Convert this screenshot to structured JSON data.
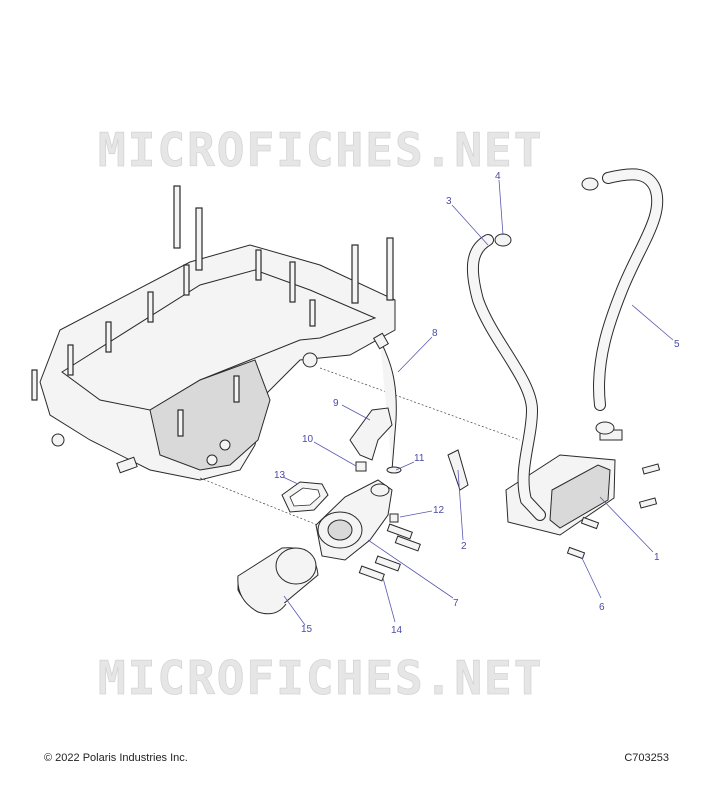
{
  "watermark": {
    "top_text": "MICROFICHES.NET",
    "bottom_text": "MICROFICHES.NET"
  },
  "callouts": {
    "c1": "1",
    "c2": "2",
    "c3": "3",
    "c4": "4",
    "c5": "5",
    "c6": "6",
    "c7": "7",
    "c8": "8",
    "c9": "9",
    "c10": "10",
    "c11": "11",
    "c12": "12",
    "c13": "13",
    "c14": "14",
    "c15": "15"
  },
  "footer": {
    "copyright": "© 2022 Polaris Industries Inc.",
    "code": "C703253"
  },
  "colors": {
    "callout": "#4b4ba8",
    "line_art": "#2a2a2a",
    "watermark": "#e0e0e0"
  }
}
